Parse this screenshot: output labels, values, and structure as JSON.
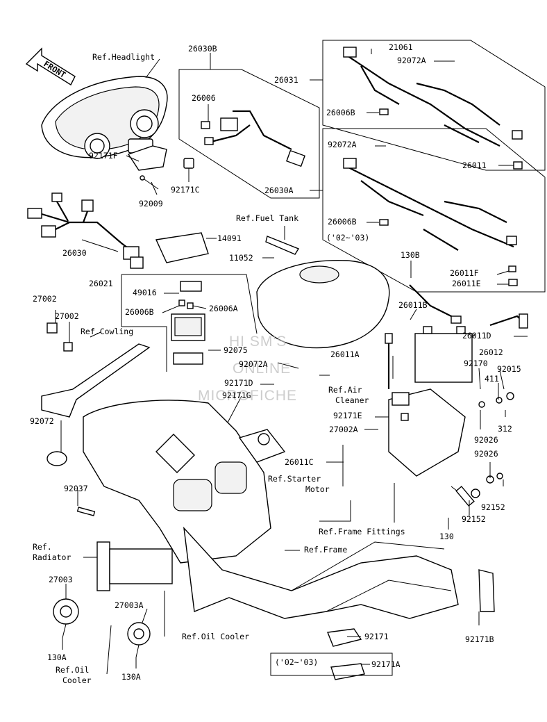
{
  "watermark": [
    "HI SM'S",
    "ONLINE",
    "MICROFICHE"
  ],
  "front_label": "FRONT",
  "labels": [
    {
      "id": "ref-headlight",
      "text": "Ref.Headlight"
    },
    {
      "id": "26030B",
      "text": "26030B"
    },
    {
      "id": "26006-top",
      "text": "26006"
    },
    {
      "id": "21061",
      "text": "21061"
    },
    {
      "id": "92072A-top",
      "text": "92072A"
    },
    {
      "id": "26031",
      "text": "26031"
    },
    {
      "id": "26006B-top",
      "text": "26006B"
    },
    {
      "id": "92072A-mid",
      "text": "92072A"
    },
    {
      "id": "26011",
      "text": "26011"
    },
    {
      "id": "92171F",
      "text": "92171F"
    },
    {
      "id": "92171C",
      "text": "92171C"
    },
    {
      "id": "26030A",
      "text": "26030A"
    },
    {
      "id": "92009",
      "text": "92009"
    },
    {
      "id": "ref-fuel-tank",
      "text": "Ref.Fuel Tank"
    },
    {
      "id": "26006B-mid",
      "text": "26006B"
    },
    {
      "id": "year-0203-top",
      "text": "('02~'03)"
    },
    {
      "id": "14091",
      "text": "14091"
    },
    {
      "id": "26030",
      "text": "26030"
    },
    {
      "id": "11052",
      "text": "11052"
    },
    {
      "id": "130B",
      "text": "130B"
    },
    {
      "id": "26011F",
      "text": "26011F"
    },
    {
      "id": "26011E",
      "text": "26011E"
    },
    {
      "id": "26021",
      "text": "26021"
    },
    {
      "id": "49016",
      "text": "49016"
    },
    {
      "id": "27002-a",
      "text": "27002"
    },
    {
      "id": "27002-b",
      "text": "27002"
    },
    {
      "id": "26006B-low",
      "text": "26006B"
    },
    {
      "id": "26006A",
      "text": "26006A"
    },
    {
      "id": "26011B",
      "text": "26011B"
    },
    {
      "id": "26011D",
      "text": "26011D"
    },
    {
      "id": "ref-cowling",
      "text": "Ref.Cowling"
    },
    {
      "id": "92075",
      "text": "92075"
    },
    {
      "id": "26012",
      "text": "26012"
    },
    {
      "id": "92072A-low",
      "text": "92072A"
    },
    {
      "id": "26011A",
      "text": "26011A"
    },
    {
      "id": "92170",
      "text": "92170"
    },
    {
      "id": "92015",
      "text": "92015"
    },
    {
      "id": "92171D",
      "text": "92171D"
    },
    {
      "id": "ref-air-cleaner",
      "text": "Ref.Air"
    },
    {
      "id": "ref-air-cleaner-2",
      "text": "Cleaner"
    },
    {
      "id": "411",
      "text": "411"
    },
    {
      "id": "92171G",
      "text": "92171G"
    },
    {
      "id": "92072",
      "text": "92072"
    },
    {
      "id": "92171E",
      "text": "92171E"
    },
    {
      "id": "312",
      "text": "312"
    },
    {
      "id": "27002A",
      "text": "27002A"
    },
    {
      "id": "92026-a",
      "text": "92026"
    },
    {
      "id": "92026-b",
      "text": "92026"
    },
    {
      "id": "26011C",
      "text": "26011C"
    },
    {
      "id": "ref-starter",
      "text": "Ref.Starter"
    },
    {
      "id": "ref-starter-2",
      "text": "Motor"
    },
    {
      "id": "92037",
      "text": "92037"
    },
    {
      "id": "92152-a",
      "text": "92152"
    },
    {
      "id": "92152-b",
      "text": "92152"
    },
    {
      "id": "ref-frame-fittings",
      "text": "Ref.Frame Fittings"
    },
    {
      "id": "130",
      "text": "130"
    },
    {
      "id": "ref-radiator",
      "text": "Ref."
    },
    {
      "id": "ref-radiator-2",
      "text": "Radiator"
    },
    {
      "id": "ref-frame",
      "text": "Ref.Frame"
    },
    {
      "id": "27003",
      "text": "27003"
    },
    {
      "id": "27003A",
      "text": "27003A"
    },
    {
      "id": "ref-oil-cooler",
      "text": "Ref.Oil Cooler"
    },
    {
      "id": "92171",
      "text": "92171"
    },
    {
      "id": "92171B",
      "text": "92171B"
    },
    {
      "id": "130A-a",
      "text": "130A"
    },
    {
      "id": "ref-oil-cooler-2",
      "text": "Ref.Oil"
    },
    {
      "id": "ref-oil-cooler-3",
      "text": "Cooler"
    },
    {
      "id": "130A-b",
      "text": "130A"
    },
    {
      "id": "year-0203-bottom",
      "text": "('02~'03)"
    },
    {
      "id": "92171A",
      "text": "92171A"
    }
  ]
}
